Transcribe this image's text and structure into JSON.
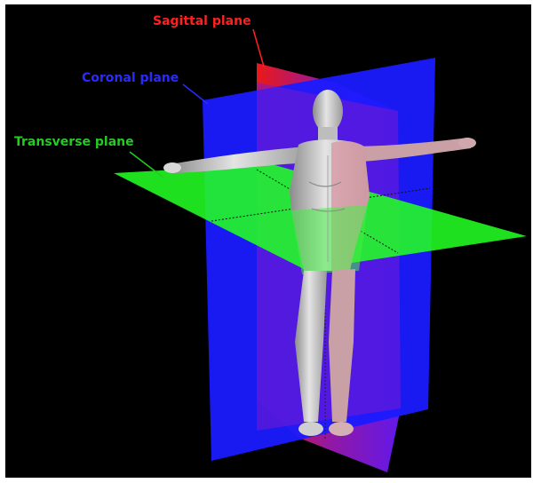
{
  "figure": {
    "labels": {
      "sagittal": "Sagittal plane",
      "coronal": "Coronal plane",
      "transverse": "Transverse plane"
    },
    "colors": {
      "background": "#000000",
      "sagittal": "#ff2020",
      "coronal": "#1a1aff",
      "transverse": "#22ff22",
      "body": "#c8c8c8"
    }
  }
}
